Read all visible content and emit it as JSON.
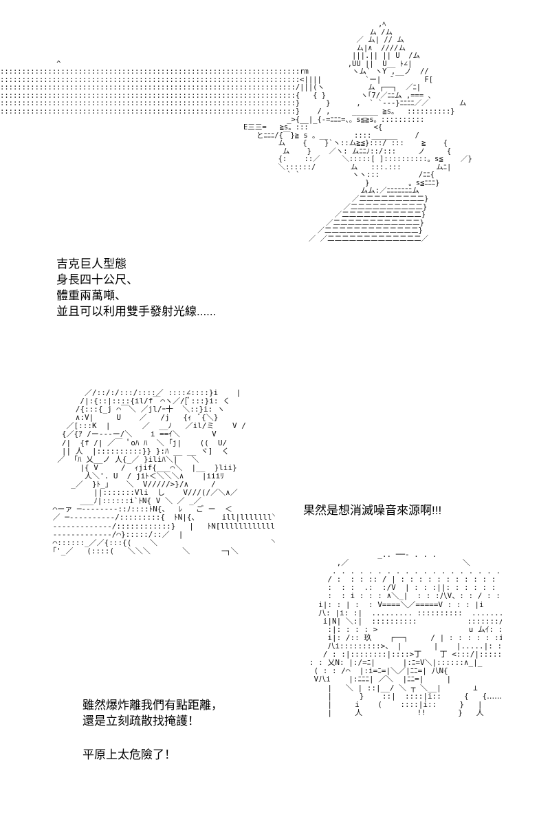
{
  "captions": {
    "robot_lines": [
      "吉克巨人型態",
      "身長四十公尺、",
      "體重兩萬噸、",
      "並且可以利用雙手發射光線......"
    ],
    "exclaim": "果然是想消滅噪音來源啊!!!",
    "escape_lines": [
      "雖然爆炸離我們有點距離，",
      "還是立刻疏散找掩護！"
    ],
    "danger": "平原上太危險了！"
  },
  "ascii_art": {
    "robot": "                                                                                       ,ﾍ\n                                                                                     ム /ム\n                                                                                  ／ ム| // ム\n                                                                                  ム|∧  ////ム\n                                                                                 |||.|| || U  /ム\n             ^                                                                  ,UU ||  U__ ﾄ∠|\n:::::::::::::::::::::::::::::::::::::::::::::::::::::::::::::::::::::rm          ヽム` ヽY ,__ノ  //\n:::::::::::::::::::::::::::::::::::::::::::::::::::::::::::::::::::::<||||          `ー|  ̄        F[\n::::::::::::::::::::::::::::::::::::::::::::::::::::::::::::::::::::/|||(ヽ          ム ┌──┐  ／ﾆ|\n::::::::::::::::::::::::::::::::::::::::::::::::::::::::::::::::::::{   { }        ヽ｢7/／ﾆﾆム ,=== 、\n::::::::::::::::::::::::::::::::::::::::::::::::::::::::::::::::::::}      }      ,  ` `---}ﾆﾆﾆﾆ／／       ム\n::::::::::::::::::::::::::::::::::::::::::::::::::::::::::::::::::::}    / ,     ______ ≧s。  ::::::::::}\n                                                                  _>{__|_{-=ﾆﾆﾆ=、。s≦≧s。::::::::::\n                                                        E三三=   ≧s。:::               <{\n                                                           とﾆﾆﾆ/{￣}≧ s 。__      ::::______    /\n                                                                ム    {    }`ヽ::ム≧≦}:::/ :::    ≧    {\n                                                                 ム    }    ／ヽ: ムﾆﾆﾉ::/:::     ノ     {\n                                                                {:    ::／     ＼:::::[ ]::::::::::。s≦    ／}\n                                                                ＼::::::/        ム   :::.:::        ムﾆ|\n                                                                  ` `            ヽヽ:::         /ﾆﾆ{\n                                                                                    }         。s≦ﾆﾆﾆ}\n                                                                                   ムム:／ﾆﾆﾆﾆﾆﾆﾆム\n                                                                                 ／二二二二二二二二二}\n                                                                               ／二二二二二二二二二二}\n                                                                             ／二二二二二二二二二二二}\n                                                                           ／二二二二二二二二二二二二}\n                                                                         ／二二二二二二二二二二二二二}\n                                                                       ／ ／二二二二二二二二二二二二二／",
    "girl": "        ／/::/:/:::/::::／ ::::∠::::}i    |\n       /|:{::|::::{il/f￣⌒ヽ／/[ﾞ:::}i: く\n      /{:::{_j ⌒￣＼ ／jl/ｰ十  ＼::}i: ヽ\n      ∧:V|     U    ／   /j   {ｨ  ﾞ{＼}\n    ／[:::K  |       ／  __ﾉ   ／il/ミ    V /\n   {／{ｱ /ー---ー/＼    i ==ｲ＼       V\n   /|  {f /| ／￣ ﾟoﾊ ﾊ  ＼ ｢j|    ((  U/\n   || 人  |::::::::::}} }:ﾊ __ __ ヾ]  く\n  ／  ｢ﾊ 乂__ノ 人{_／ }iliﾊ＼|   ＼\n       |{ V     /  ｨjif{___⌒＼  |__  }lii}\n        人＼'. U  / jiﾄ＜＼＼＼∧    |iiiﾘ\n     _／  }ﾄ_」   ＼  V/////>}/∧     /\n          ||:::::::Vli  し    V///(/／＼∧／\n       ___ﾉ|::::::i`ﾄN{ V ＼ ／ _／\n ⌒ーァ ─--------::ﾉ::::ﾄN{、  ﾚ   ご ー  ＜\n ／ ─----------/:::::::::{  ﾄN|{、     ill|lllllll＼\n -------------/::::::::::::}   |   ﾄN[lllllllllllllﾚイ}\n -------------/⌒}:::::/::／  |                       /\n ⌒::::::_／／{:::{(    ＼                         ＼/\n ｢'_／   (::::(   ＼＼＼       ＼       ─┐＼",
    "boy": "                  _.. ──- . . .\n         ,／                         ＼\n        . . . . . . . . . . . . . . . . . . .\n       / :  : : :: / | : : : : : : : : : : : : 、\n       :  : :  .:  :/V  | : : :||: : : : : : : :\n       :  : i : : : ∧＼_|  : : :八V、: : / : : :\n     i|: : | :  : V====＼／=====V : : : |i\n     八: |i: :|  ......... ::::::::::  ......... /: : : :  人\n      i|N| ＼:|  ::::::::::           :::::::/: : :  /: :\n       :|: : : : >                    u ムｲ: : : : : :\n       i|: /:: 玖    ┌──┐     / | : : : : : :i\n       八i:::::::::>、 |       |    |.....|: : : : :: i\n      / : :|::::::::|::::>丁    丁 <:::/|::::: |::::: |::::\n   : : 乂N: |:/=ﾆ|      |:ﾆ=V＼|::::::∧_|_\n    ( : : /⌒  |:i=ﾆ=|＼／|ﾆﾆ=| 八N{\n    V八i    |:ﾆﾆﾆ| ／＼  |ﾆﾆ=|     |\n       |   ＼ | ::|__/ ＼ ┬ ＼__|       ⊥\n       |      }    ::|  ::::|i::     {   {‥‥‥‥‥\n       |     i    (    ::::|i::     }   |\n       |     人            !!       }   人"
  }
}
